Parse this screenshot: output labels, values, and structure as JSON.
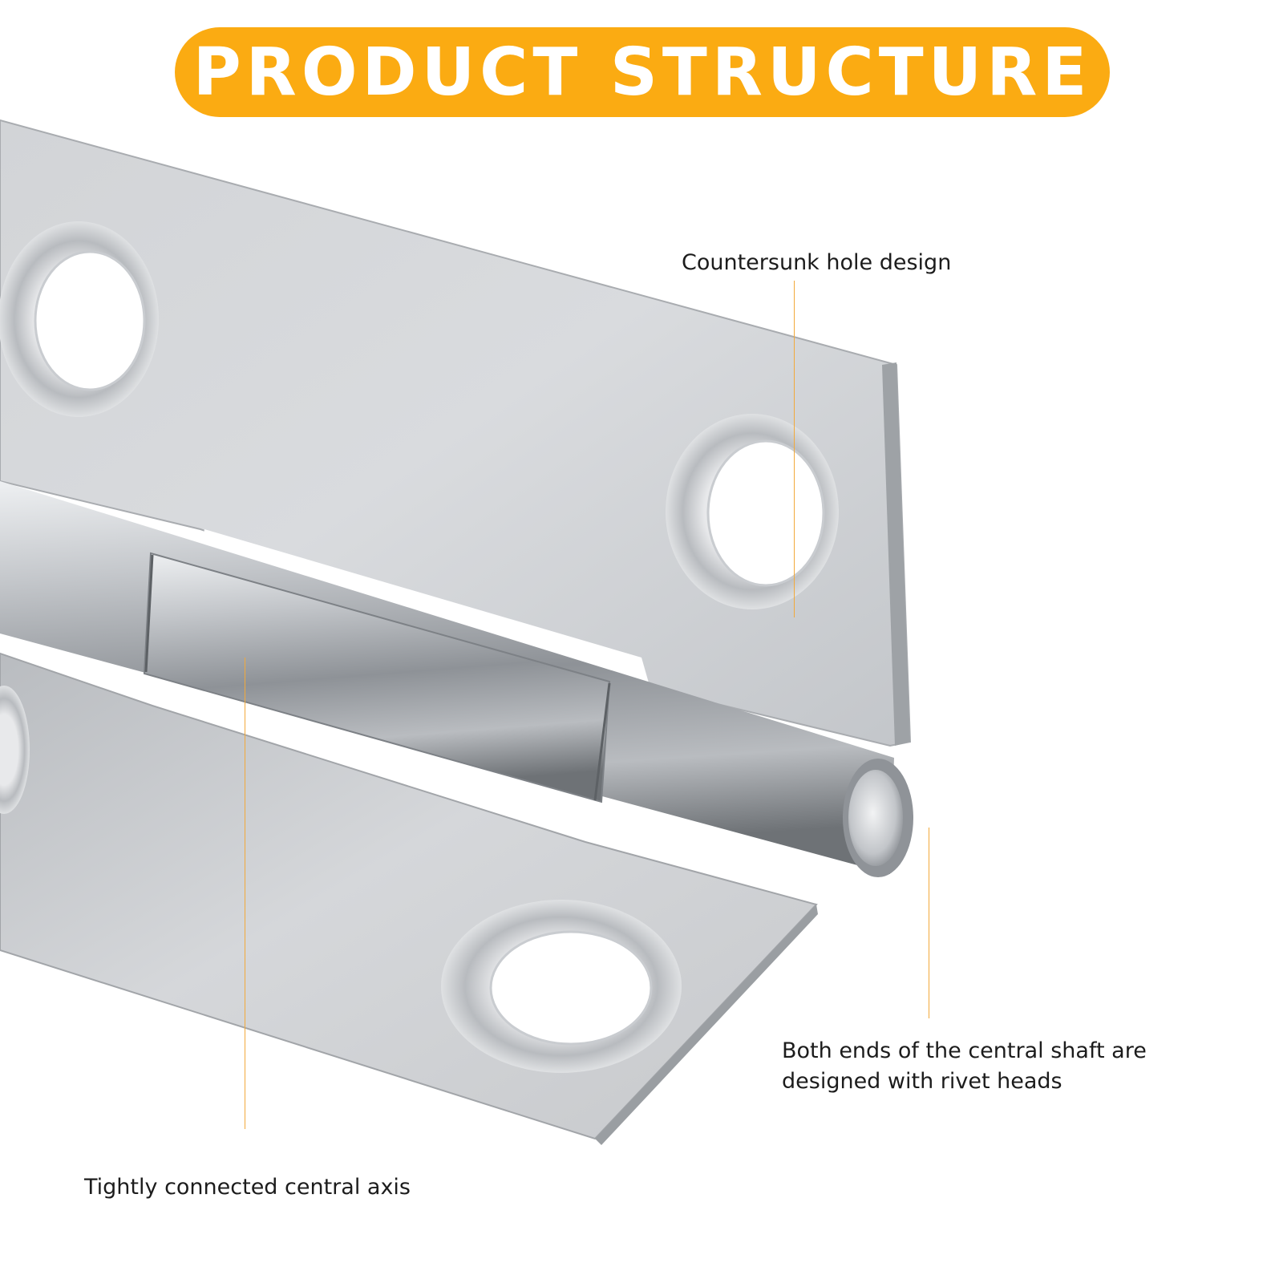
{
  "banner": {
    "title": "PRODUCT STRUCTURE",
    "color": "#fbab12"
  },
  "product": {
    "image_alt": "stainless steel butt hinge close-up",
    "icon": "hinge-illustration"
  },
  "callouts": {
    "countersunk": "Countersunk hole design",
    "rivet_line1": "Both ends of the central shaft are",
    "rivet_line2": "designed with rivet heads",
    "axis": "Tightly connected central axis"
  },
  "colors": {
    "leader": "#f2a93b",
    "metal": "#c9ccd0",
    "background": "#ffffff"
  }
}
